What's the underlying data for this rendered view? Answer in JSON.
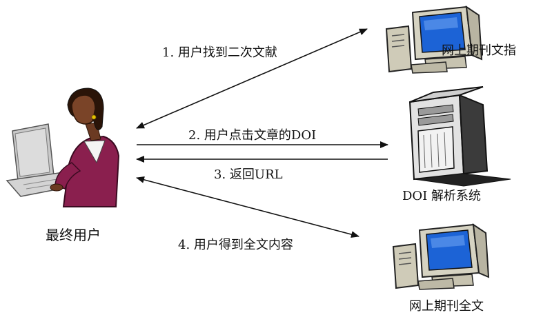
{
  "labels": {
    "end_user": "最终用户",
    "secondary_literature_site": "网上期刊文指",
    "doi_system": "DOI 解析系统",
    "fulltext_site": "网上期刊全文"
  },
  "steps": [
    {
      "text": "1. 用户找到二次文献"
    },
    {
      "text": "2. 用户点击文章的DOI"
    },
    {
      "text": "3. 返回URL"
    },
    {
      "text": "4. 用户得到全文内容"
    }
  ],
  "icons": {
    "user": "person-at-computer-icon",
    "secondary_site": "desktop-computer-icon",
    "doi_server": "server-tower-icon",
    "fulltext_site": "desktop-computer-icon"
  }
}
